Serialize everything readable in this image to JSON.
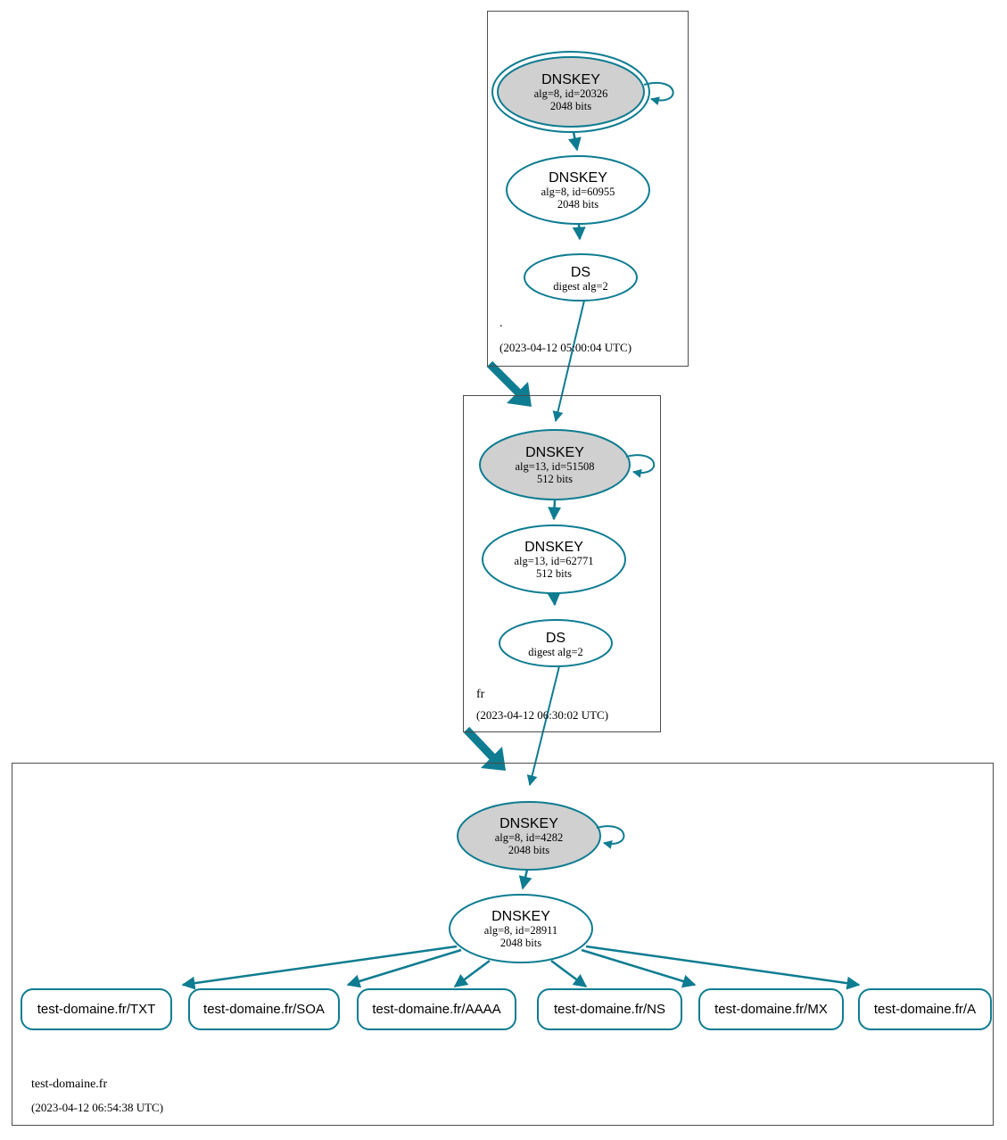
{
  "diagram": {
    "title": "DNSSEC authentication chain for test-domaine.fr",
    "colors": {
      "edge": "#0e7c91",
      "node_stroke": "#0e7c91",
      "sep_key_fill": "#d0d0d0",
      "zsk_fill": "#ffffff",
      "zone_border": "#4d4d4d",
      "text": "#000000"
    }
  },
  "zones": [
    {
      "id": "root",
      "name": ".",
      "timestamp": "(2023-04-12 05:00:04 UTC)",
      "nodes": [
        {
          "id": "root-ksk",
          "type": "DNSKEY",
          "title": "DNSKEY",
          "line2": "alg=8, id=20326",
          "line3": "2048 bits",
          "trust_anchor": true,
          "filled": true
        },
        {
          "id": "root-zsk",
          "type": "DNSKEY",
          "title": "DNSKEY",
          "line2": "alg=8, id=60955",
          "line3": "2048 bits",
          "trust_anchor": false,
          "filled": false
        },
        {
          "id": "root-ds",
          "type": "DS",
          "title": "DS",
          "line2": "digest alg=2",
          "line3": "",
          "trust_anchor": false,
          "filled": false
        }
      ]
    },
    {
      "id": "fr",
      "name": "fr",
      "timestamp": "(2023-04-12 06:30:02 UTC)",
      "nodes": [
        {
          "id": "fr-ksk",
          "type": "DNSKEY",
          "title": "DNSKEY",
          "line2": "alg=13, id=51508",
          "line3": "512 bits",
          "trust_anchor": false,
          "filled": true
        },
        {
          "id": "fr-zsk",
          "type": "DNSKEY",
          "title": "DNSKEY",
          "line2": "alg=13, id=62771",
          "line3": "512 bits",
          "trust_anchor": false,
          "filled": false
        },
        {
          "id": "fr-ds",
          "type": "DS",
          "title": "DS",
          "line2": "digest alg=2",
          "line3": "",
          "trust_anchor": false,
          "filled": false
        }
      ]
    },
    {
      "id": "test-domaine",
      "name": "test-domaine.fr",
      "timestamp": "(2023-04-12 06:54:38 UTC)",
      "nodes": [
        {
          "id": "td-ksk",
          "type": "DNSKEY",
          "title": "DNSKEY",
          "line2": "alg=8, id=4282",
          "line3": "2048 bits",
          "trust_anchor": false,
          "filled": true
        },
        {
          "id": "td-zsk",
          "type": "DNSKEY",
          "title": "DNSKEY",
          "line2": "alg=8, id=28911",
          "line3": "2048 bits",
          "trust_anchor": false,
          "filled": false
        }
      ],
      "rrsets": [
        {
          "id": "rr-txt",
          "label": "test-domaine.fr/TXT"
        },
        {
          "id": "rr-soa",
          "label": "test-domaine.fr/SOA"
        },
        {
          "id": "rr-aaaa",
          "label": "test-domaine.fr/AAAA"
        },
        {
          "id": "rr-ns",
          "label": "test-domaine.fr/NS"
        },
        {
          "id": "rr-mx",
          "label": "test-domaine.fr/MX"
        },
        {
          "id": "rr-a",
          "label": "test-domaine.fr/A"
        }
      ]
    }
  ]
}
